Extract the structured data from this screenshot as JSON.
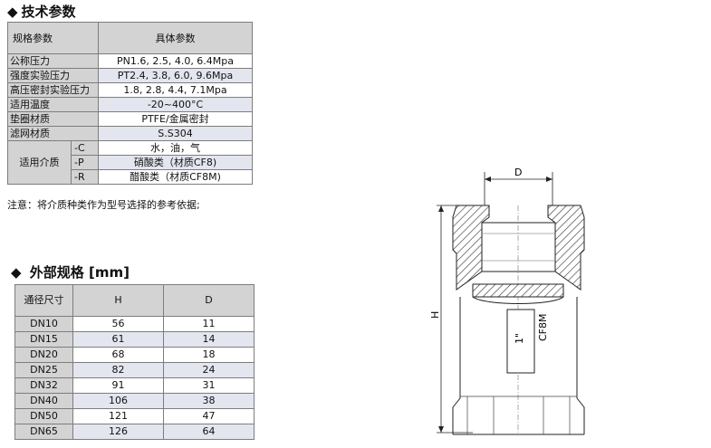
{
  "tech": {
    "title": "技术参数",
    "bullet": "◆",
    "header": [
      "规格参数",
      "具体参数"
    ],
    "rows": [
      {
        "label": "公称压力",
        "value": "PN1.6, 2.5, 4.0, 6.4Mpa"
      },
      {
        "label": "强度实验压力",
        "value": "PT2.4, 3.8, 6.0, 9.6Mpa"
      },
      {
        "label": "高压密封实验压力",
        "value": "1.8, 2.8, 4.4, 7.1Mpa"
      },
      {
        "label": "适用温度",
        "value": "-20~400°C"
      },
      {
        "label": "垫圈材质",
        "value": "PTFE/金属密封"
      },
      {
        "label": "滤网材质",
        "value": "S.S304"
      }
    ],
    "media": {
      "label": "适用介质",
      "items": [
        {
          "code": "-C",
          "value": "水，油，气"
        },
        {
          "code": "-P",
          "value": "硝酸类（材质CF8)"
        },
        {
          "code": "-R",
          "value": "醋酸类（材质CF8M)"
        }
      ]
    },
    "note": "注意：将介质种类作为型号选择的参考依据;"
  },
  "dims": {
    "title": "外部规格 [mm]",
    "bullet": "◆",
    "header": [
      "通径尺寸",
      "H",
      "D"
    ],
    "rows": [
      [
        "DN10",
        "56",
        "11"
      ],
      [
        "DN15",
        "61",
        "14"
      ],
      [
        "DN20",
        "68",
        "18"
      ],
      [
        "DN25",
        "82",
        "24"
      ],
      [
        "DN32",
        "91",
        "31"
      ],
      [
        "DN40",
        "106",
        "38"
      ],
      [
        "DN50",
        "121",
        "47"
      ],
      [
        "DN65",
        "126",
        "64"
      ]
    ]
  },
  "drawing": {
    "label_d": "D",
    "label_h": "H",
    "marking_size": "1\"",
    "marking_material": "CF8M"
  }
}
